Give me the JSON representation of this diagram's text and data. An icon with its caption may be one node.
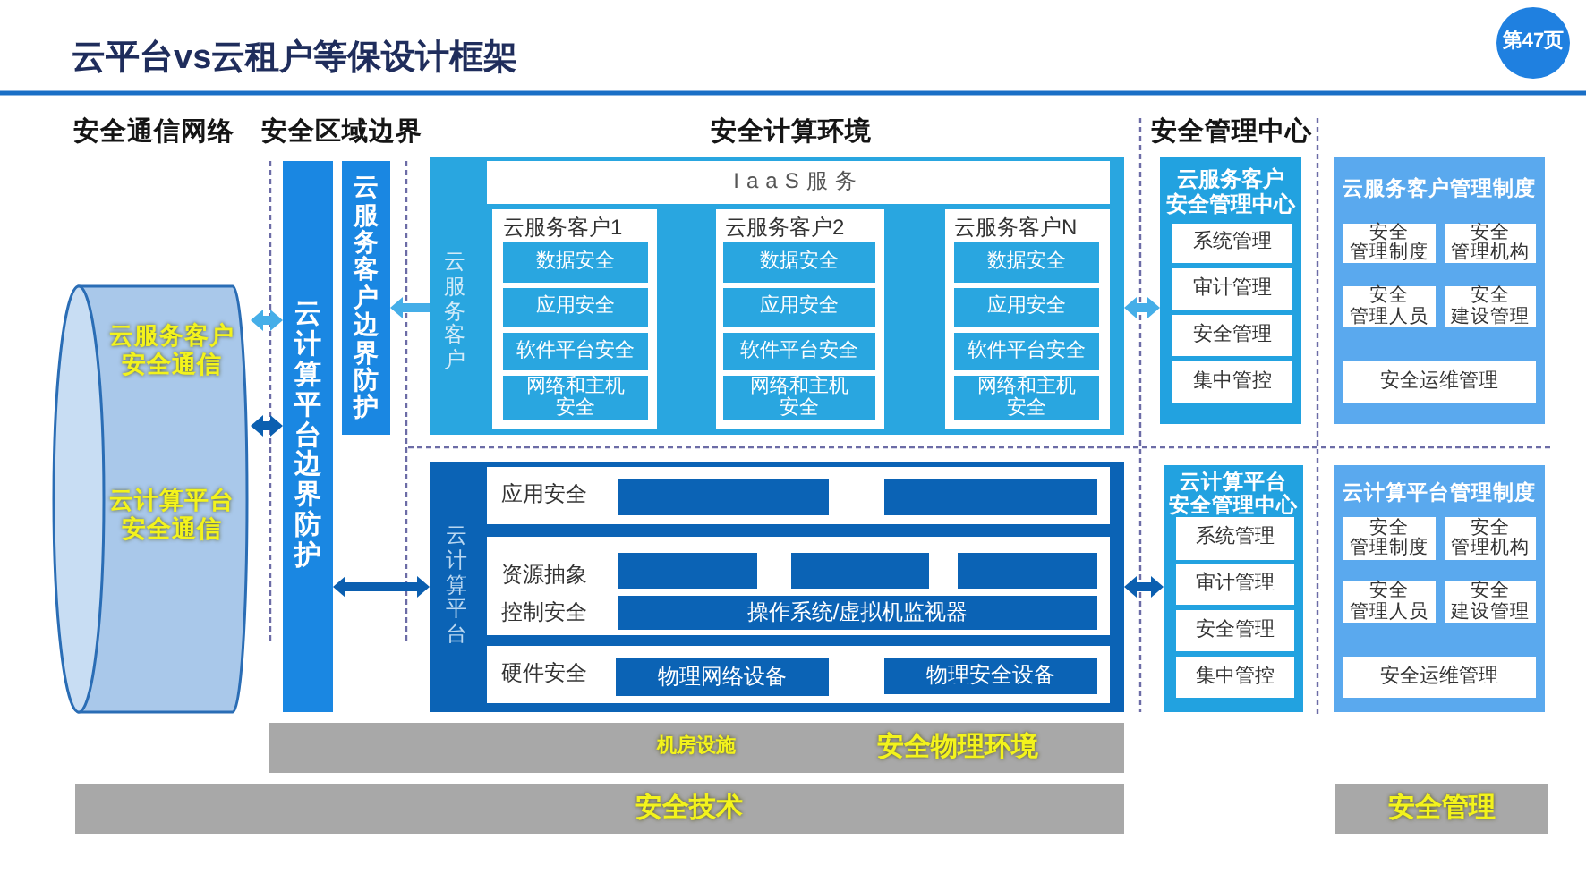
{
  "diagram": {
    "title": "云平台vs云租户等保设计框架",
    "nodes": [
      {
        "text": [
          "云服务客户安全通信",
          "云计算平台安全通信"
        ]
      },
      {
        "text": [
          "云计算平台边界防护"
        ]
      },
      {
        "text": [
          "云服务客户边界防护"
        ]
      },
      {
        "text": [
          "云服务客户"
        ]
      },
      {
        "text": [
          "IaaS服务"
        ],
        "in": 3
      },
      {
        "text": [
          "云服务客户1"
        ],
        "in": 3
      },
      {
        "text": [
          "数据安全"
        ],
        "in": 5
      },
      {
        "text": [
          "应用安全"
        ],
        "in": 5
      },
      {
        "text": [
          "软件平台安全"
        ],
        "in": 5
      },
      {
        "text": [
          "网络和主机安全"
        ],
        "in": 5
      },
      {
        "text": [
          "云服务客户2"
        ],
        "in": 3
      },
      {
        "text": [
          "数据安全"
        ],
        "in": 10
      },
      {
        "text": [
          "应用安全"
        ],
        "in": 10
      },
      {
        "text": [
          "软件平台安全"
        ],
        "in": 10
      },
      {
        "text": [
          "网络和主机安全"
        ],
        "in": 10
      },
      {
        "text": [
          "云服务客户N"
        ],
        "in": 3
      },
      {
        "text": [
          "数据安全"
        ],
        "in": 15
      },
      {
        "text": [
          "应用安全"
        ],
        "in": 15
      },
      {
        "text": [
          "软件平台安全"
        ],
        "in": 15
      },
      {
        "text": [
          "网络和主机安全"
        ],
        "in": 15
      },
      {
        "text": [
          "云服务客户安全管理中心"
        ]
      },
      {
        "text": [
          "系统管理"
        ],
        "in": 20
      },
      {
        "text": [
          "审计管理"
        ],
        "in": 20
      },
      {
        "text": [
          "安全管理"
        ],
        "in": 20
      },
      {
        "text": [
          "集中管控"
        ],
        "in": 20
      },
      {
        "text": [
          "云服务客户管理制度"
        ]
      },
      {
        "text": [
          "安全管理制度"
        ],
        "in": 25
      },
      {
        "text": [
          "安全管理机构"
        ],
        "in": 25
      },
      {
        "text": [
          "安全管理人员"
        ],
        "in": 25
      },
      {
        "text": [
          "安全建设管理"
        ],
        "in": 25
      },
      {
        "text": [
          "安全运维管理"
        ],
        "in": 25
      },
      {
        "text": [
          "云计算平台"
        ]
      },
      {
        "text": [
          "应用安全"
        ],
        "in": 31
      },
      {
        "text": [],
        "shape": "box",
        "in": 32
      },
      {
        "text": [],
        "shape": "box",
        "in": 32
      },
      {
        "text": [
          "资源抽象控制安全"
        ],
        "in": 31
      },
      {
        "text": [],
        "shape": "box",
        "in": 35
      },
      {
        "text": [],
        "shape": "box",
        "in": 35
      },
      {
        "text": [],
        "shape": "box",
        "in": 35
      },
      {
        "text": [
          "操作系统/虚拟机监视器"
        ],
        "in": 35
      },
      {
        "text": [
          "硬件安全"
        ],
        "in": 31
      },
      {
        "text": [
          "物理网络设备"
        ],
        "in": 40
      },
      {
        "text": [
          "物理安全设备"
        ],
        "in": 40
      },
      {
        "text": [
          "云计算平台安全管理中心"
        ]
      },
      {
        "text": [
          "系统管理"
        ],
        "in": 43
      },
      {
        "text": [
          "审计管理"
        ],
        "in": 43
      },
      {
        "text": [
          "安全管理"
        ],
        "in": 43
      },
      {
        "text": [
          "集中管控"
        ],
        "in": 43
      },
      {
        "text": [
          "云计算平台管理制度"
        ]
      },
      {
        "text": [
          "安全管理制度"
        ],
        "in": 48
      },
      {
        "text": [
          "安全管理机构"
        ],
        "in": 48
      },
      {
        "text": [
          "安全管理人员"
        ],
        "in": 48
      },
      {
        "text": [
          "安全建设管理"
        ],
        "in": 48
      },
      {
        "text": [
          "安全运维管理"
        ],
        "in": 48
      },
      {
        "text": [
          "机房设施",
          "安全物理环境"
        ]
      },
      {
        "text": [
          "安全技术"
        ]
      },
      {
        "text": [
          "安全管理"
        ]
      }
    ],
    "edges": [
      {
        "from": 0,
        "to": 1,
        "arrow": "both"
      },
      {
        "from": 0,
        "to": 1,
        "arrow": "both",
        "color": "#0b5fb0"
      },
      {
        "from": 3,
        "to": 2,
        "arrow": "to"
      },
      {
        "from": 1,
        "to": 31,
        "arrow": "both",
        "color": "#0b5fb0"
      },
      {
        "from": 3,
        "to": 20,
        "arrow": "both"
      },
      {
        "from": 31,
        "to": 43,
        "arrow": "both",
        "color": "#0b5fb0"
      }
    ],
    "labels": [
      "第47页",
      "安全通信网络",
      "安全区域边界",
      "安全计算环境",
      "安全管理中心"
    ]
  }
}
